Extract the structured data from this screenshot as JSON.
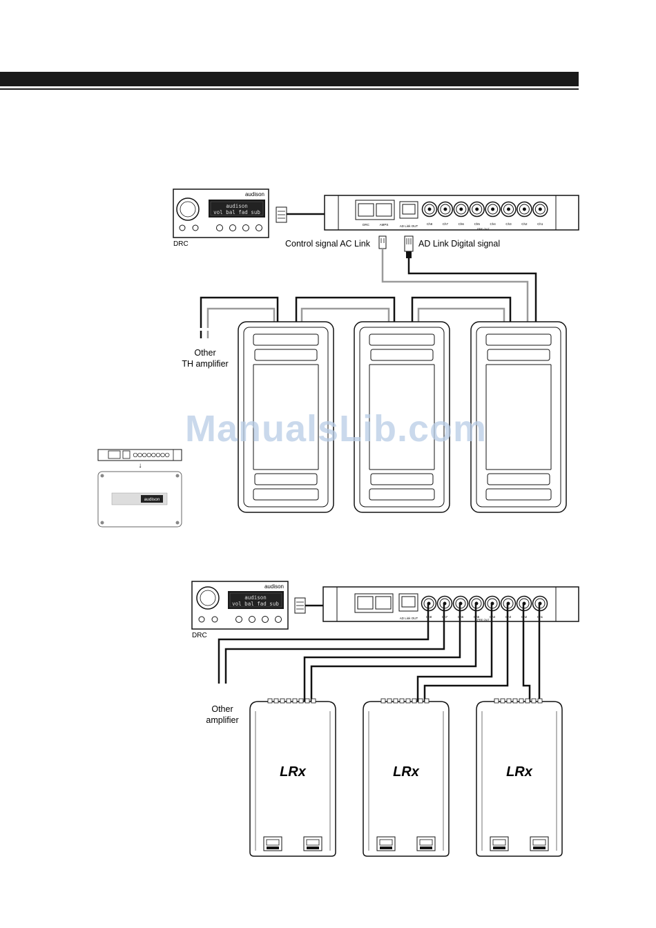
{
  "top_diagram": {
    "drc_label": "DRC",
    "drc_brand": "audison",
    "drc_lcd_line1": "audison",
    "drc_lcd_line2": "vol bal fad sub",
    "label_ac_link": "Control signal AC Link",
    "label_ad_link": "AD Link Digital signal",
    "label_other_1": "Other",
    "label_other_2": "TH amplifier",
    "processor_ports": [
      "DRC",
      "AMPS",
      "AD Link OUT"
    ],
    "processor_channels": [
      "Ch8",
      "Ch7",
      "Ch6",
      "Ch5",
      "Ch4",
      "Ch3",
      "Ch2",
      "Ch1"
    ],
    "processor_group_label": "PRE OUT",
    "inset_brand": "audison"
  },
  "bottom_diagram": {
    "drc_label": "DRC",
    "drc_brand": "audison",
    "drc_lcd_line1": "audison",
    "drc_lcd_line2": "vol bal fad sub",
    "label_other_1": "Other",
    "label_other_2": "amplifier",
    "amp_logo": "LRx",
    "processor_port_label": "AD Link OUT",
    "processor_channels": [
      "Ch8",
      "Ch7",
      "Ch6",
      "Ch5",
      "Ch4",
      "Ch3",
      "Ch2",
      "Ch1"
    ],
    "processor_group_label": "PRE OUT"
  },
  "watermark": "ManualsLib.com",
  "colors": {
    "header_bar": "#1a1a1a",
    "black_cable": "#111111",
    "grey_cable": "#9a9a9a",
    "watermark": "#b9cde6"
  }
}
